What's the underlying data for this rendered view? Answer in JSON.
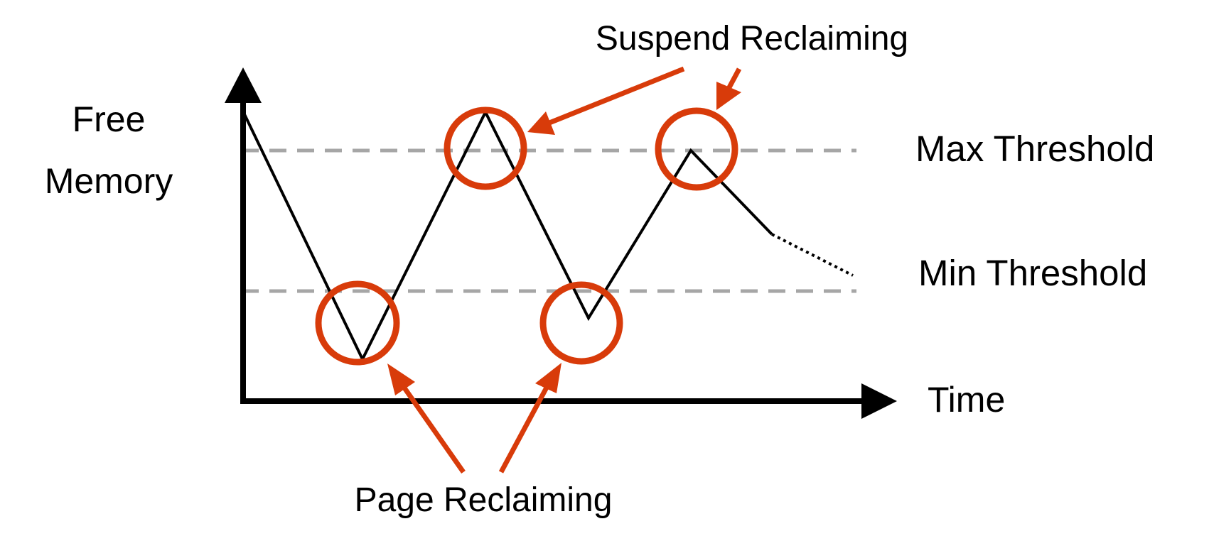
{
  "diagram": {
    "y_axis_label_line1": "Free",
    "y_axis_label_line2": "Memory",
    "x_axis_label": "Time",
    "max_threshold_label": "Max Threshold",
    "min_threshold_label": "Min Threshold",
    "suspend_reclaiming_label": "Suspend Reclaiming",
    "page_reclaiming_label": "Page Reclaiming"
  },
  "colors": {
    "axis": "#000000",
    "curve": "#000000",
    "threshold_line": "#a6a6a6",
    "highlight": "#d83b0a"
  },
  "icons": {
    "y_axis_arrow": "arrow-up-icon",
    "x_axis_arrow": "arrow-right-icon"
  }
}
